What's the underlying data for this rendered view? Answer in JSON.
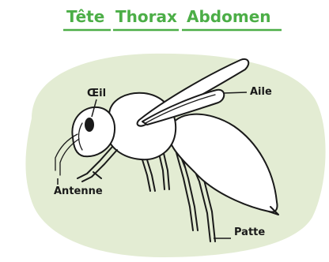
{
  "header": {
    "words": [
      {
        "text": "Tête"
      },
      {
        "text": "Thorax"
      },
      {
        "text": "Abdomen"
      }
    ],
    "color": "#4cae47"
  },
  "labels": {
    "eye": "Œil",
    "wing": "Aile",
    "antenna": "Antenne",
    "leg": "Patte"
  },
  "colors": {
    "blob": "#e3ecd3",
    "ink": "#1a1a1a"
  },
  "icons": [
    "wasp-illustration"
  ]
}
